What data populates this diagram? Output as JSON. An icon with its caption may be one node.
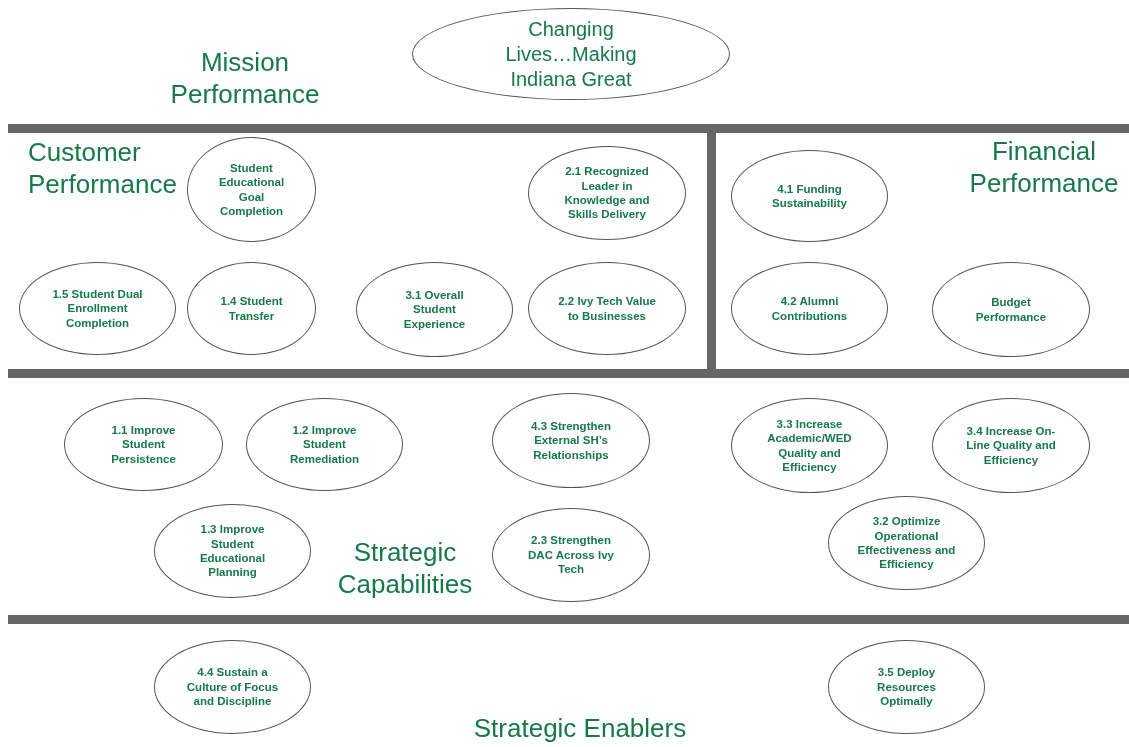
{
  "diagram": {
    "nodes": [
      {
        "text": [
          "Changing Lives…Making Indiana Great"
        ]
      },
      {
        "text": [
          "Student Educational Goal Completion"
        ]
      },
      {
        "text": [
          "2.1 Recognized Leader in Knowledge and Skills Delivery"
        ]
      },
      {
        "text": [
          "4.1 Funding Sustainability"
        ]
      },
      {
        "text": [
          "1.5 Student Dual Enrollment Completion"
        ]
      },
      {
        "text": [
          "1.4 Student Transfer"
        ]
      },
      {
        "text": [
          "3.1 Overall Student Experience"
        ]
      },
      {
        "text": [
          "2.2 Ivy Tech Value to Businesses"
        ]
      },
      {
        "text": [
          "4.2 Alumni Contributions"
        ]
      },
      {
        "text": [
          "Budget Performance"
        ]
      },
      {
        "text": [
          "1.1 Improve Student Persistence"
        ]
      },
      {
        "text": [
          "1.2 Improve Student Remediation"
        ]
      },
      {
        "text": [
          "4.3 Strengthen External SH’s Relationships"
        ]
      },
      {
        "text": [
          "3.3 Increase Academic/WED Quality and Efficiency"
        ]
      },
      {
        "text": [
          "3.4 Increase On-Line Quality and Efficiency"
        ]
      },
      {
        "text": [
          "1.3 Improve Student Educational Planning"
        ]
      },
      {
        "text": [
          "2.3 Strengthen DAC Across Ivy Tech"
        ]
      },
      {
        "text": [
          "3.2 Optimize Operational Effectiveness and Efficiency"
        ]
      },
      {
        "text": [
          "4.4 Sustain a Culture of Focus and Discipline"
        ]
      },
      {
        "text": [
          "3.5 Deploy Resources Optimally"
        ]
      }
    ],
    "labels": [
      "Mission Performance",
      "Customer Performance",
      "Financial Performance",
      "Strategic Capabilities",
      "Strategic Enablers"
    ]
  }
}
